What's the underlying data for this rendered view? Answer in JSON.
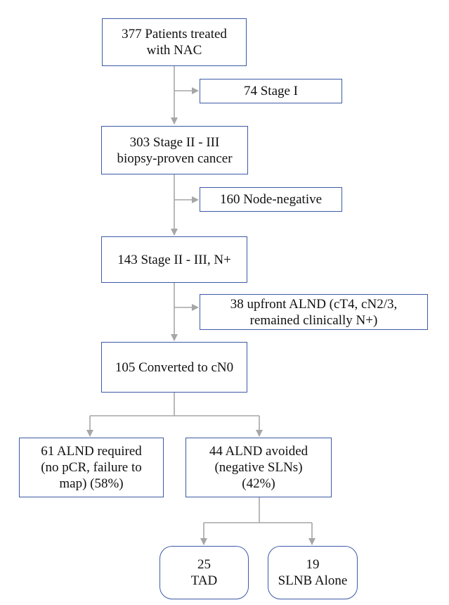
{
  "diagram": {
    "nodes": {
      "patients": "377 Patients treated\nwith NAC",
      "stage1": "74 Stage I",
      "stage23": "303 Stage II - III\nbiopsy-proven cancer",
      "node_negative": "160 Node-negative",
      "n_plus": "143 Stage II - III, N+",
      "upfront_alnd": "38 upfront ALND (cT4, cN2/3,\nremained clinically N+)",
      "converted": "105 Converted to cN0",
      "alnd_required": "61 ALND required\n(no pCR, failure to\nmap) (58%)",
      "alnd_avoided": "44 ALND avoided\n(negative SLNs)\n(42%)",
      "tad": "25\nTAD",
      "slnb": "19\nSLNB Alone"
    },
    "colors": {
      "box_border": "#3d5aa6",
      "arrow": "#a6a6a6"
    }
  }
}
